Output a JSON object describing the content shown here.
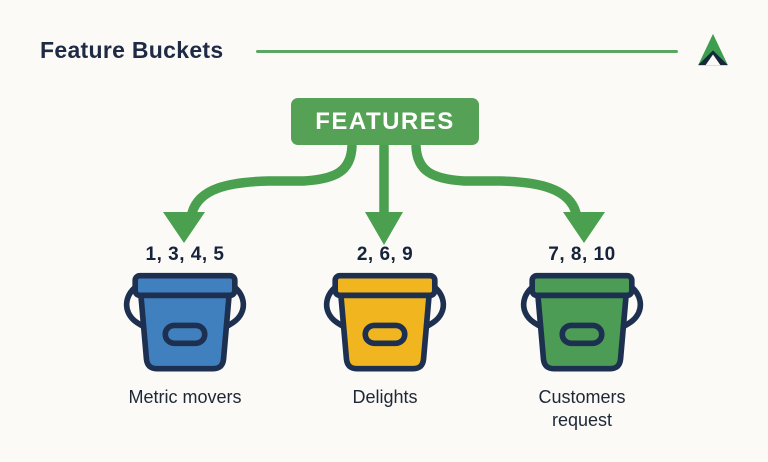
{
  "header": {
    "title": "Feature Buckets"
  },
  "icons": {
    "logo": "upward-arrow-logo",
    "bucket": "bucket-icon"
  },
  "diagram": {
    "root_label": "FEATURES",
    "buckets": [
      {
        "numbers": "1, 3, 4, 5",
        "name": "Metric movers",
        "color": "#4180bf"
      },
      {
        "numbers": "2, 6, 9",
        "name": "Delights",
        "color": "#f1b51f"
      },
      {
        "numbers": "7, 8, 10",
        "name": "Customers request",
        "color": "#4d9c55"
      }
    ]
  },
  "colors": {
    "background": "#fbfaf7",
    "title_navy": "#1f2a44",
    "accent_green": "#55a155",
    "divider_green": "#5aa763",
    "arrow_green": "#4aa04f",
    "outline_navy": "#1d3050",
    "label_dark": "#1d2736",
    "logo_green": "#3e9e4f",
    "logo_navy": "#16283c",
    "features_text": "#ffffff"
  }
}
